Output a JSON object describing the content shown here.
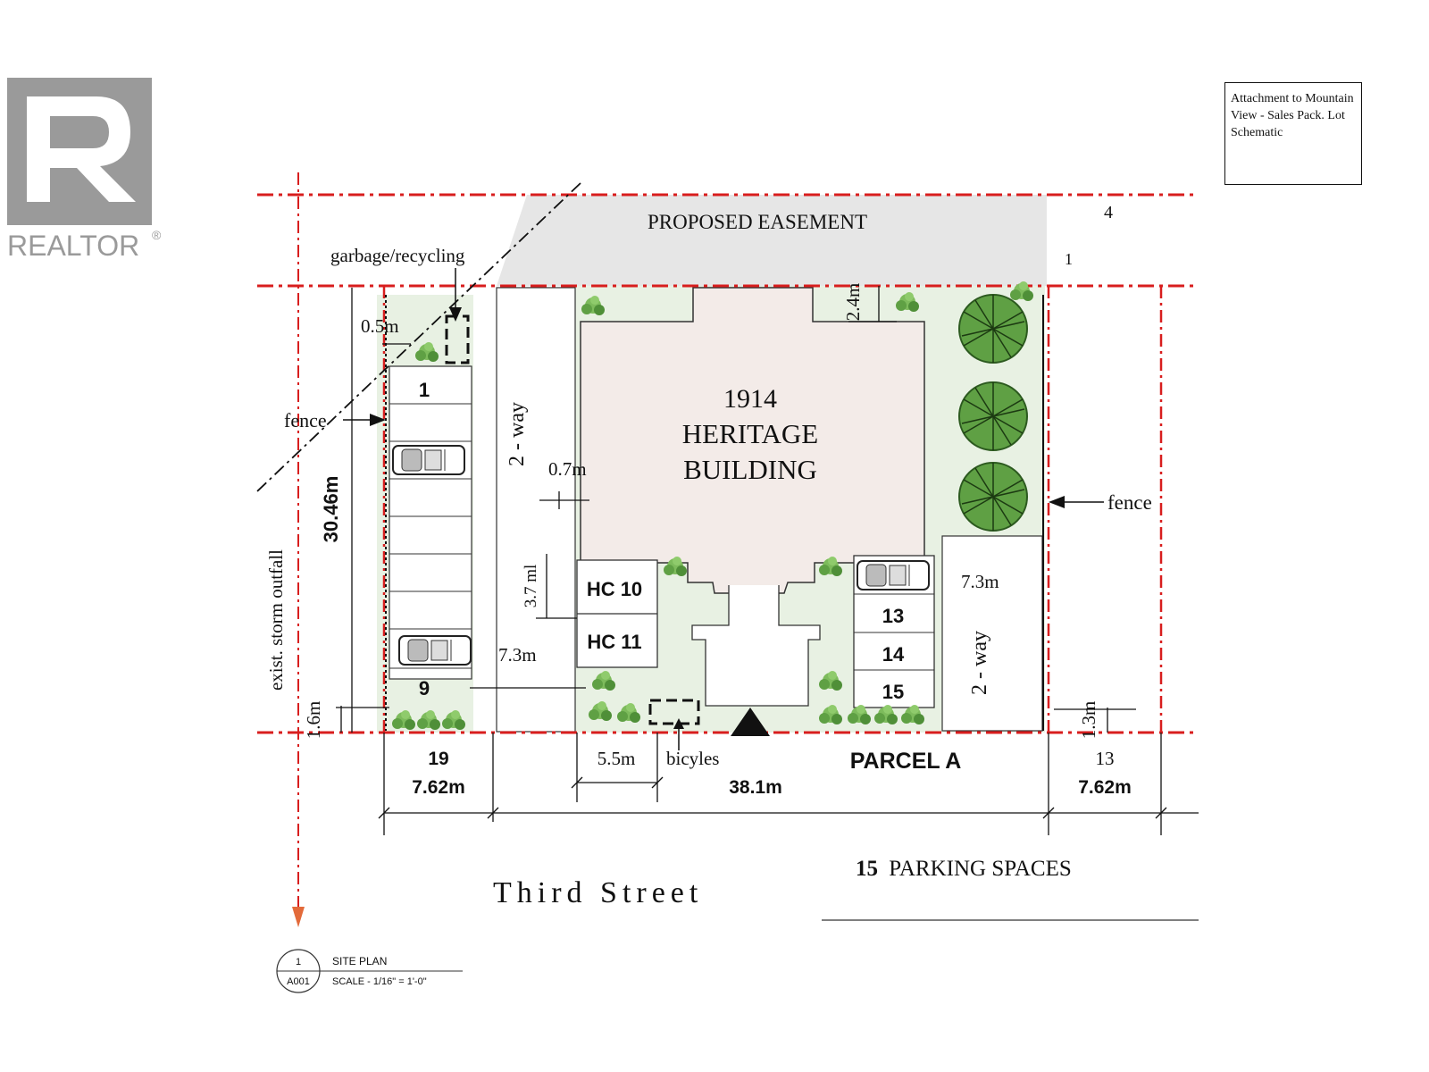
{
  "logo": {
    "name": "REALTOR",
    "mark": "®"
  },
  "attachment_note": "Attachment to Mountain View - Sales Pack.  Lot Schematic",
  "labels": {
    "easement": "PROPOSED   EASEMENT",
    "lot_four": "4",
    "lot_one": "1",
    "garbage": "garbage/recycling",
    "dim_05": "0.5m",
    "fence_left": "fence",
    "fence_right": "fence",
    "dim_3046": "30.46m",
    "storm": "exist. storm outfall",
    "two_way_left": "2 - way",
    "two_way_right": "2 - way",
    "dim_07": "0.7m",
    "dim_24": "2.4m",
    "dim_37": "3.7 ml",
    "dim_73_left": "7.3m",
    "dim_73_right": "7.3m",
    "dim_16": "1.6m",
    "dim_13": "1.3m",
    "dim_55": "5.5m",
    "bicycles": "bicyles",
    "parcel": "PARCEL A",
    "lot_left_num": "19",
    "lot_left_width": "7.62m",
    "lot_center_width": "38.1m",
    "lot_right_num": "13",
    "lot_right_width": "7.62m",
    "parking_count": "15",
    "parking_text": "PARKING SPACES",
    "street": "Third  Street"
  },
  "building": {
    "year": "1914",
    "line1": "HERITAGE",
    "line2": "BUILDING"
  },
  "stalls": {
    "left": [
      "1",
      "9"
    ],
    "hc": [
      "HC 10",
      "HC 11"
    ],
    "right": [
      "13",
      "14",
      "15"
    ]
  },
  "title_block": {
    "number": "1",
    "sheet": "A001",
    "title": "SITE PLAN",
    "scale": "SCALE -    1/16\" = 1'-0\""
  },
  "colors": {
    "property_line": "#d81e1e",
    "landscape": "#e8f1e3",
    "building": "#f3ebe8",
    "easement": "#e6e6e6",
    "tree": "#5fa044",
    "logo_grey": "#9a9a9a"
  }
}
